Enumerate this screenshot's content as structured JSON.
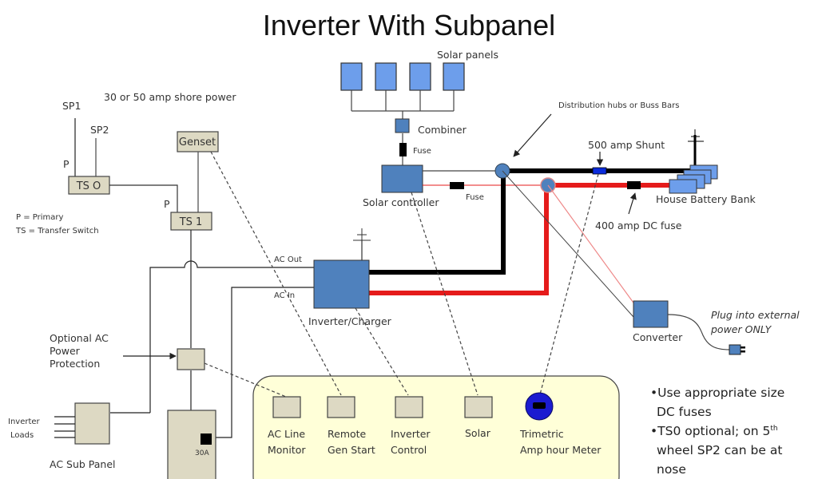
{
  "title": "Inverter With Subpanel",
  "colors": {
    "component_blue": "#4f81bd",
    "switch_beige": "#ddd9c3",
    "panel_yellow": "#ffffd8",
    "positive_red": "#e51b1b",
    "negative_black": "#000000",
    "shunt_blue": "#0a2bdc",
    "meter_blue": "#1b1bd0"
  },
  "labels": {
    "shore_power": "30 or 50 amp shore power",
    "sp1": "SP1",
    "sp2": "SP2",
    "primary_tso": "P",
    "primary_ts1": "P",
    "tso": "TS O",
    "ts1": "TS 1",
    "genset": "Genset",
    "legend_primary": "P = Primary",
    "legend_ts": "TS = Transfer Switch",
    "solar_panels": "Solar panels",
    "combiner": "Combiner",
    "fuse_top": "Fuse",
    "fuse_mid": "Fuse",
    "solar_controller": "Solar controller",
    "distribution": "Distribution hubs or Buss Bars",
    "shunt": "500 amp Shunt",
    "battery_bank": "House Battery  Bank",
    "dc_fuse": "400 amp DC fuse",
    "ac_out": "AC Out",
    "ac_in": "AC In",
    "inverter_charger": "Inverter/Charger",
    "converter": "Converter",
    "plug_line1": "Plug into external",
    "plug_line2": "power ONLY",
    "optional_ac_1": "Optional AC",
    "optional_ac_2": "Power",
    "optional_ac_3": "Protection",
    "inverter_loads_1": "Inverter",
    "inverter_loads_2": "Loads",
    "ac_sub_panel": "AC Sub Panel",
    "breaker_30a": "30A"
  },
  "control_panel": {
    "items": [
      {
        "line1": "AC Line",
        "line2": "Monitor"
      },
      {
        "line1": "Remote",
        "line2": "Gen Start"
      },
      {
        "line1": "Inverter",
        "line2": "Control"
      },
      {
        "line1": "Solar",
        "line2": ""
      },
      {
        "line1": "Trimetric",
        "line2": "Amp hour Meter"
      }
    ]
  },
  "notes": {
    "n1_line1": "•Use appropriate size",
    "n1_line2": "DC fuses",
    "n2_line1": "•TS0 optional; on 5",
    "n2_sup": "th",
    "n2_line2": "wheel SP2 can be at",
    "n2_line3": "nose"
  }
}
